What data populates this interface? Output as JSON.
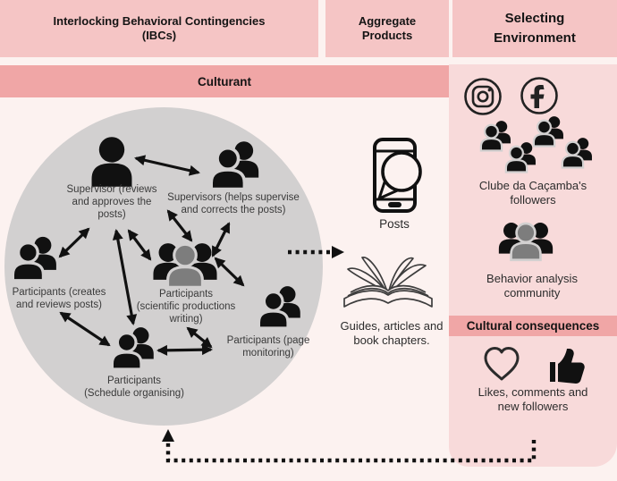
{
  "colors": {
    "background": "#fcf2f0",
    "header_pink": "#f5c5c5",
    "banner_pink": "#f0a6a6",
    "panel_pink": "#f8dada",
    "circle_gray": "#d2d0d0",
    "icon_black": "#111111",
    "icon_gray": "#7d7d7d"
  },
  "header": {
    "ibc_lines": [
      "Interlocking Behavioral Contingencies",
      "(IBCs)"
    ],
    "aggregate_lines": [
      "Aggregate",
      "Products"
    ],
    "selecting_lines": [
      "Selecting",
      "Environment"
    ]
  },
  "banners": {
    "culturant": "Culturant",
    "cultural_consequences": "Cultural consequences"
  },
  "ibc": {
    "supervisor_lines": [
      "Supervisor (reviews",
      "and approves the",
      "posts)"
    ],
    "supervisors_lines": [
      "Supervisors (helps supervise",
      "and corrects the posts)"
    ],
    "creates_lines": [
      "Participants (creates",
      "and reviews posts)"
    ],
    "scientific_lines": [
      "Participants",
      "(scientific productions",
      "writing)"
    ],
    "page_lines": [
      "Participants (page",
      "monitoring)"
    ],
    "schedule_lines": [
      "Participants",
      "(Schedule organising)"
    ]
  },
  "products": {
    "posts": "Posts",
    "guides_lines": [
      "Guides, articles and",
      "book chapters."
    ]
  },
  "environment": {
    "followers_lines": [
      "Clube da Caçamba's",
      "followers"
    ],
    "community_lines": [
      "Behavior analysis",
      "community"
    ],
    "likes_lines": [
      "Likes, comments and",
      "new followers"
    ]
  },
  "icons": [
    "instagram-icon",
    "facebook-icon",
    "smartphone-chat-icon",
    "open-book-icon",
    "heart-icon",
    "thumbs-up-icon",
    "person-icon",
    "people-pair-icon",
    "people-group-icon"
  ]
}
